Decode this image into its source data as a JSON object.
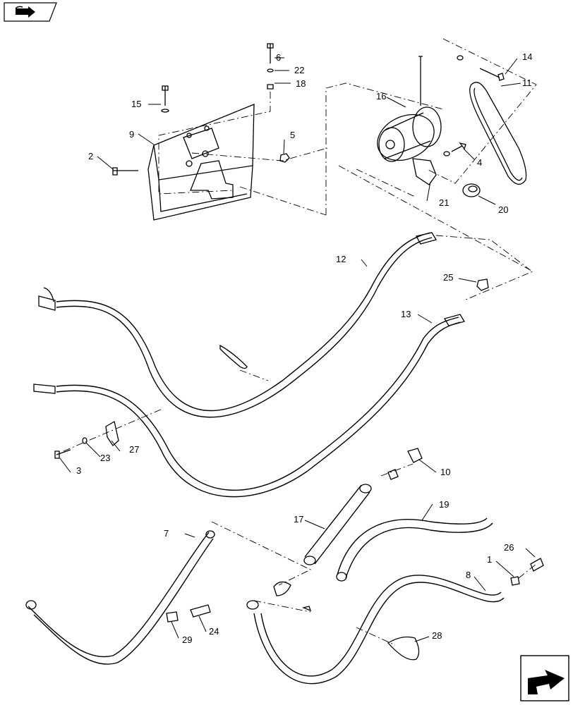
{
  "diagram": {
    "callouts": [
      {
        "id": "c1",
        "label": "1"
      },
      {
        "id": "c2",
        "label": "2"
      },
      {
        "id": "c3",
        "label": "3"
      },
      {
        "id": "c4",
        "label": "4"
      },
      {
        "id": "c5",
        "label": "5"
      },
      {
        "id": "c6",
        "label": "6"
      },
      {
        "id": "c7",
        "label": "7"
      },
      {
        "id": "c8",
        "label": "8"
      },
      {
        "id": "c9",
        "label": "9"
      },
      {
        "id": "c10",
        "label": "10"
      },
      {
        "id": "c11",
        "label": "11"
      },
      {
        "id": "c12",
        "label": "12"
      },
      {
        "id": "c13",
        "label": "13"
      },
      {
        "id": "c14",
        "label": "14"
      },
      {
        "id": "c15",
        "label": "15"
      },
      {
        "id": "c16",
        "label": "16"
      },
      {
        "id": "c17",
        "label": "17"
      },
      {
        "id": "c18",
        "label": "18"
      },
      {
        "id": "c19",
        "label": "19"
      },
      {
        "id": "c20",
        "label": "20"
      },
      {
        "id": "c21",
        "label": "21"
      },
      {
        "id": "c22",
        "label": "22"
      },
      {
        "id": "c23",
        "label": "23"
      },
      {
        "id": "c24",
        "label": "24"
      },
      {
        "id": "c25",
        "label": "25"
      },
      {
        "id": "c26",
        "label": "26"
      },
      {
        "id": "c27",
        "label": "27"
      },
      {
        "id": "c28",
        "label": "28"
      },
      {
        "id": "c29",
        "label": "29"
      }
    ],
    "icons": {
      "top_left": "book-arrow-icon",
      "bottom_right": "next-page-arrow-icon"
    },
    "colors": {
      "line": "#000000",
      "background": "#ffffff"
    }
  }
}
